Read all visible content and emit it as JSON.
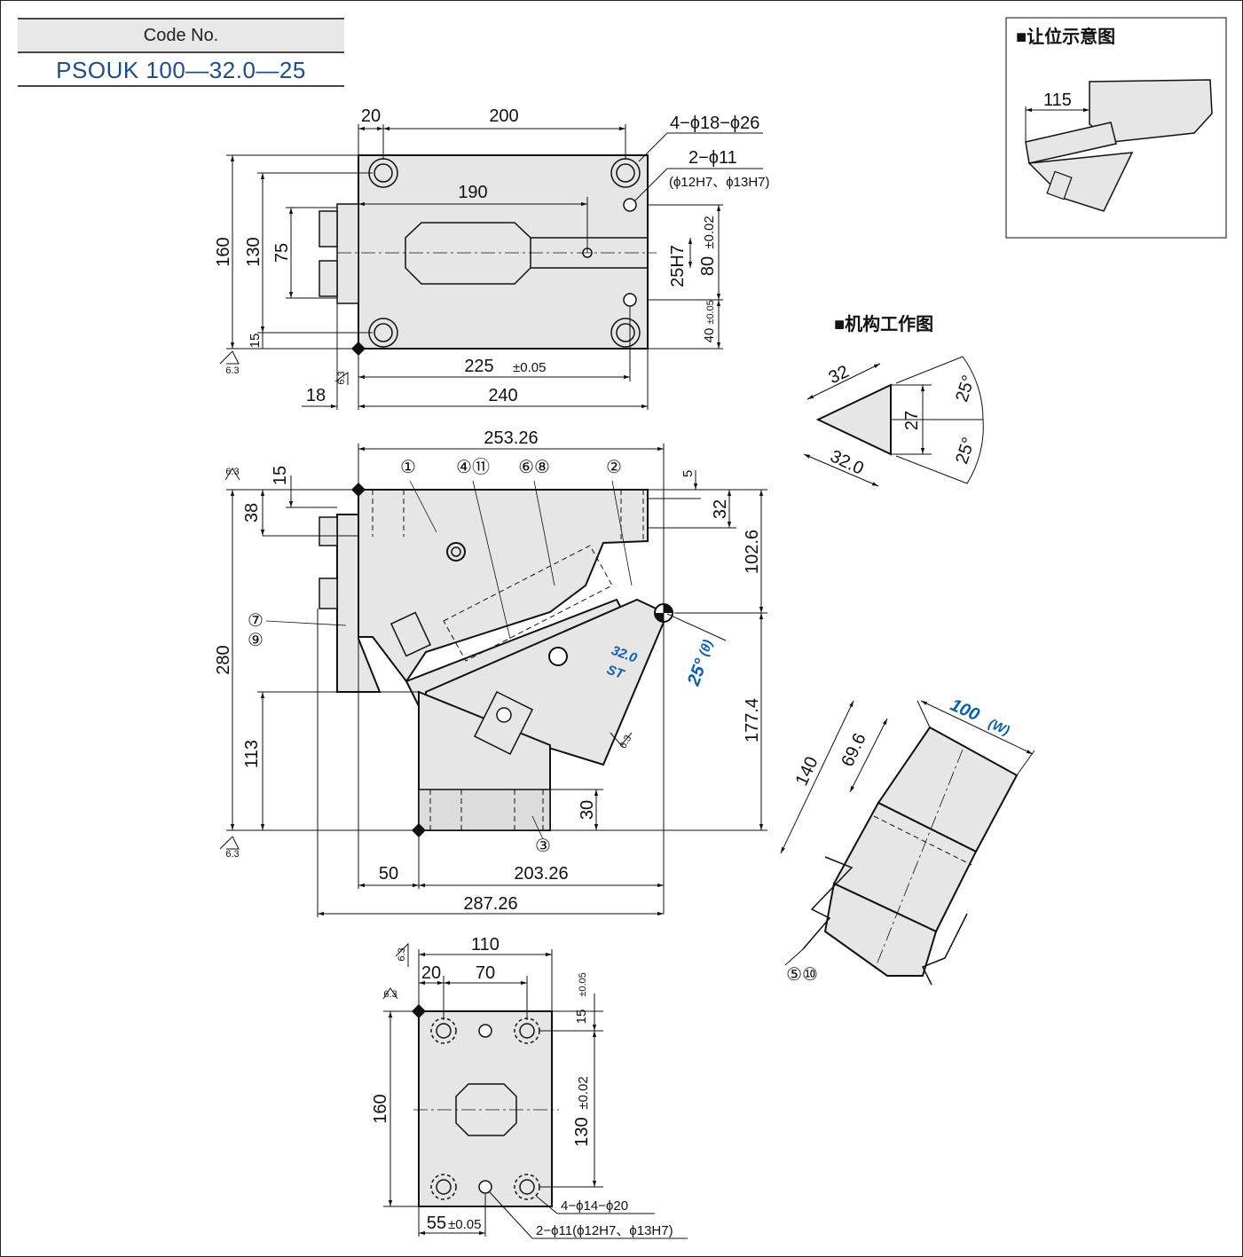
{
  "code": {
    "label": "Code No.",
    "value": "PSOUK 100—32.0—25"
  },
  "clearance": {
    "title": "■让位示意图",
    "dim": "115"
  },
  "mechanism": {
    "title": "■机构工作图",
    "dims": {
      "top": "32",
      "height": "27",
      "bottom": "32.0",
      "angle_top": "25°",
      "angle_bottom": "25°"
    }
  },
  "top_view": {
    "dims": {
      "d20": "20",
      "d200": "200",
      "d190": "190",
      "d160": "160",
      "d130": "130",
      "d75": "75",
      "d15": "15",
      "d225": "225",
      "d225_tol": "±0.05",
      "d240": "240",
      "d18": "18",
      "d25h7": "25H7",
      "d80": "80",
      "d80_tol": "±0.02",
      "d40": "40",
      "d40_tol": "±0.05",
      "roughness": "6.3"
    },
    "notes": {
      "holes": "4−ϕ18−ϕ26",
      "pins": "2−ϕ11",
      "pins_fit": "(ϕ12H7、ϕ13H7)"
    }
  },
  "front_view": {
    "dims": {
      "d253": "253.26",
      "d15": "15",
      "d38": "38",
      "d5": "5",
      "d32": "32",
      "d102": "102.6",
      "d280": "280",
      "d113": "113",
      "d177": "177.4",
      "d30": "30",
      "d50": "50",
      "d203": "203.26",
      "d287": "287.26",
      "roughness": "6.3"
    },
    "stroke": {
      "value": "32.0",
      "symbol": "ST"
    },
    "angle": {
      "value": "25°",
      "symbol": "(θ)"
    },
    "balloons": [
      "①",
      "④⑪",
      "⑥⑧",
      "②",
      "⑦",
      "⑨",
      "③"
    ]
  },
  "side_view": {
    "dims": {
      "width": "100",
      "width_symbol": "(W)",
      "d140": "140",
      "d69": "69.6"
    },
    "balloon": "⑤⑩"
  },
  "bottom_view": {
    "dims": {
      "d110": "110",
      "d20": "20",
      "d70": "70",
      "d15": "15",
      "d15_tol": "±0.05",
      "d160": "160",
      "d130": "130",
      "d130_tol": "±0.02",
      "d55": "55",
      "d55_tol": "±0.05",
      "roughness": "6.3"
    },
    "notes": {
      "holes": "4−ϕ14−ϕ20",
      "pins": "2−ϕ11(ϕ12H7、ϕ13H7)"
    }
  }
}
